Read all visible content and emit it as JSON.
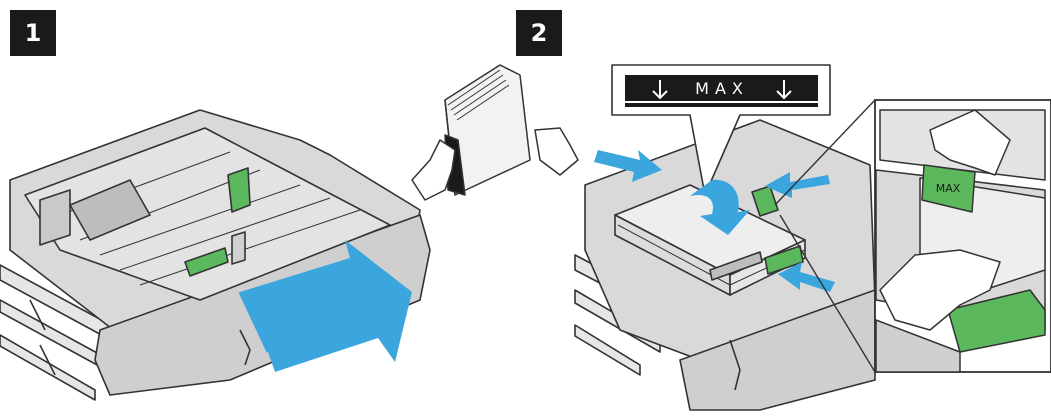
{
  "steps": [
    {
      "number": "1"
    },
    {
      "number": "2"
    }
  ],
  "max_label": {
    "text": "MAX"
  },
  "colors": {
    "arrow": "#3aa6dd",
    "guide_green": "#5cb85c",
    "tray_gray": "#d9d9d9",
    "outline": "#333333",
    "badge": "#1a1a1a",
    "paper": "#eeeeee"
  },
  "icons": [
    "pull-arrow-icon",
    "push-arrow-icon",
    "down-arrow-icon",
    "hand-icon"
  ]
}
